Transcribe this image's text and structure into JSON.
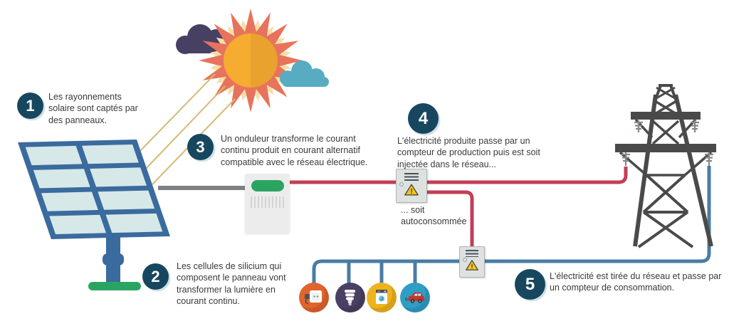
{
  "steps": [
    {
      "num": "1",
      "text": "Les rayonnements solaire sont captés par des panneaux."
    },
    {
      "num": "2",
      "text": "Les cellules de silicium qui composent le panneau vont transformer la lumière en courant continu."
    },
    {
      "num": "3",
      "text": "Un onduleur transforme le courant continu produit en courant alternatif compatible avec le réseau électrique."
    },
    {
      "num": "4",
      "text": "L'électricité produite passe par un compteur de production puis est soit injectée dans le réseau..."
    },
    {
      "num": "5",
      "text": "L'électricité est tirée du réseau et passe par un compteur de consommation."
    }
  ],
  "annotations": {
    "self_consumption": "... soit autoconsommée",
    "warning_mark": "!"
  },
  "colors": {
    "badge": "#17475E",
    "dc_line": "#7E8081",
    "production_line": "#C23E56",
    "consumption_line": "#4A7CA3",
    "hanger_knob": "#3A5A75",
    "sun_core": "#F6AB31",
    "sun_ray": "#E8735C",
    "sun_ray_soft": "#F6DFA6",
    "sunbeam": "#D5BA74",
    "cloud_dark": "#474063",
    "cloud_light": "#57ACC2",
    "panel_frame": "#3A6B9E",
    "panel_cell": "#D7E8E8",
    "green_accent": "#2BA462",
    "warning": "#F2C41C",
    "tower": "#4A4A4A",
    "insulator": "#84898C",
    "socket_bg": "#E2642D",
    "bulb_bg": "#4A4063",
    "washer_bg": "#EFB41C",
    "car_bg": "#2E9EC4"
  }
}
